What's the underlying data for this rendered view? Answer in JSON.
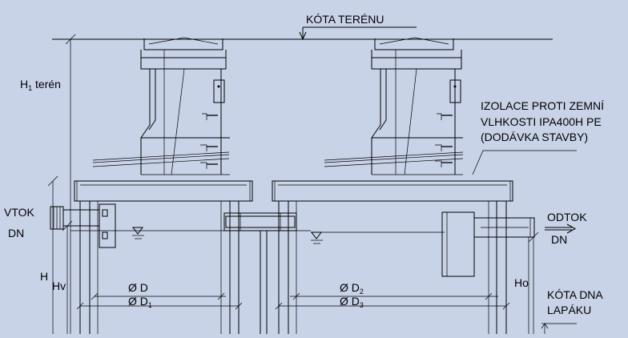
{
  "labels": {
    "kota_terenu": "KÓTA TERÉNU",
    "h1_teren_main": "H",
    "h1_teren_sub": "1",
    "h1_teren_rest": " terén",
    "izolace_line1": "IZOLACE PROTI ZEMNÍ",
    "izolace_line2": "VLHKOSTI IPA400H PE",
    "izolace_line3": "(DODÁVKA STAVBY)",
    "vtok": "VTOK",
    "vtok_dn": "DN",
    "odtok": "ODTOK",
    "odtok_dn": "DN",
    "h": "H",
    "hv": "Hv",
    "ho": "Ho",
    "d_left": "Ø D",
    "d1_left_main": "Ø D",
    "d1_left_sub": "1",
    "d2_right_main": "Ø D",
    "d2_right_sub": "2",
    "d3_right_main": "Ø D",
    "d3_right_sub": "3",
    "kota_dna_line1": "KÓTA DNA",
    "kota_dna_line2": "LAPÁKU"
  },
  "colors": {
    "background": "#c9d3e8",
    "line": "#000000"
  }
}
